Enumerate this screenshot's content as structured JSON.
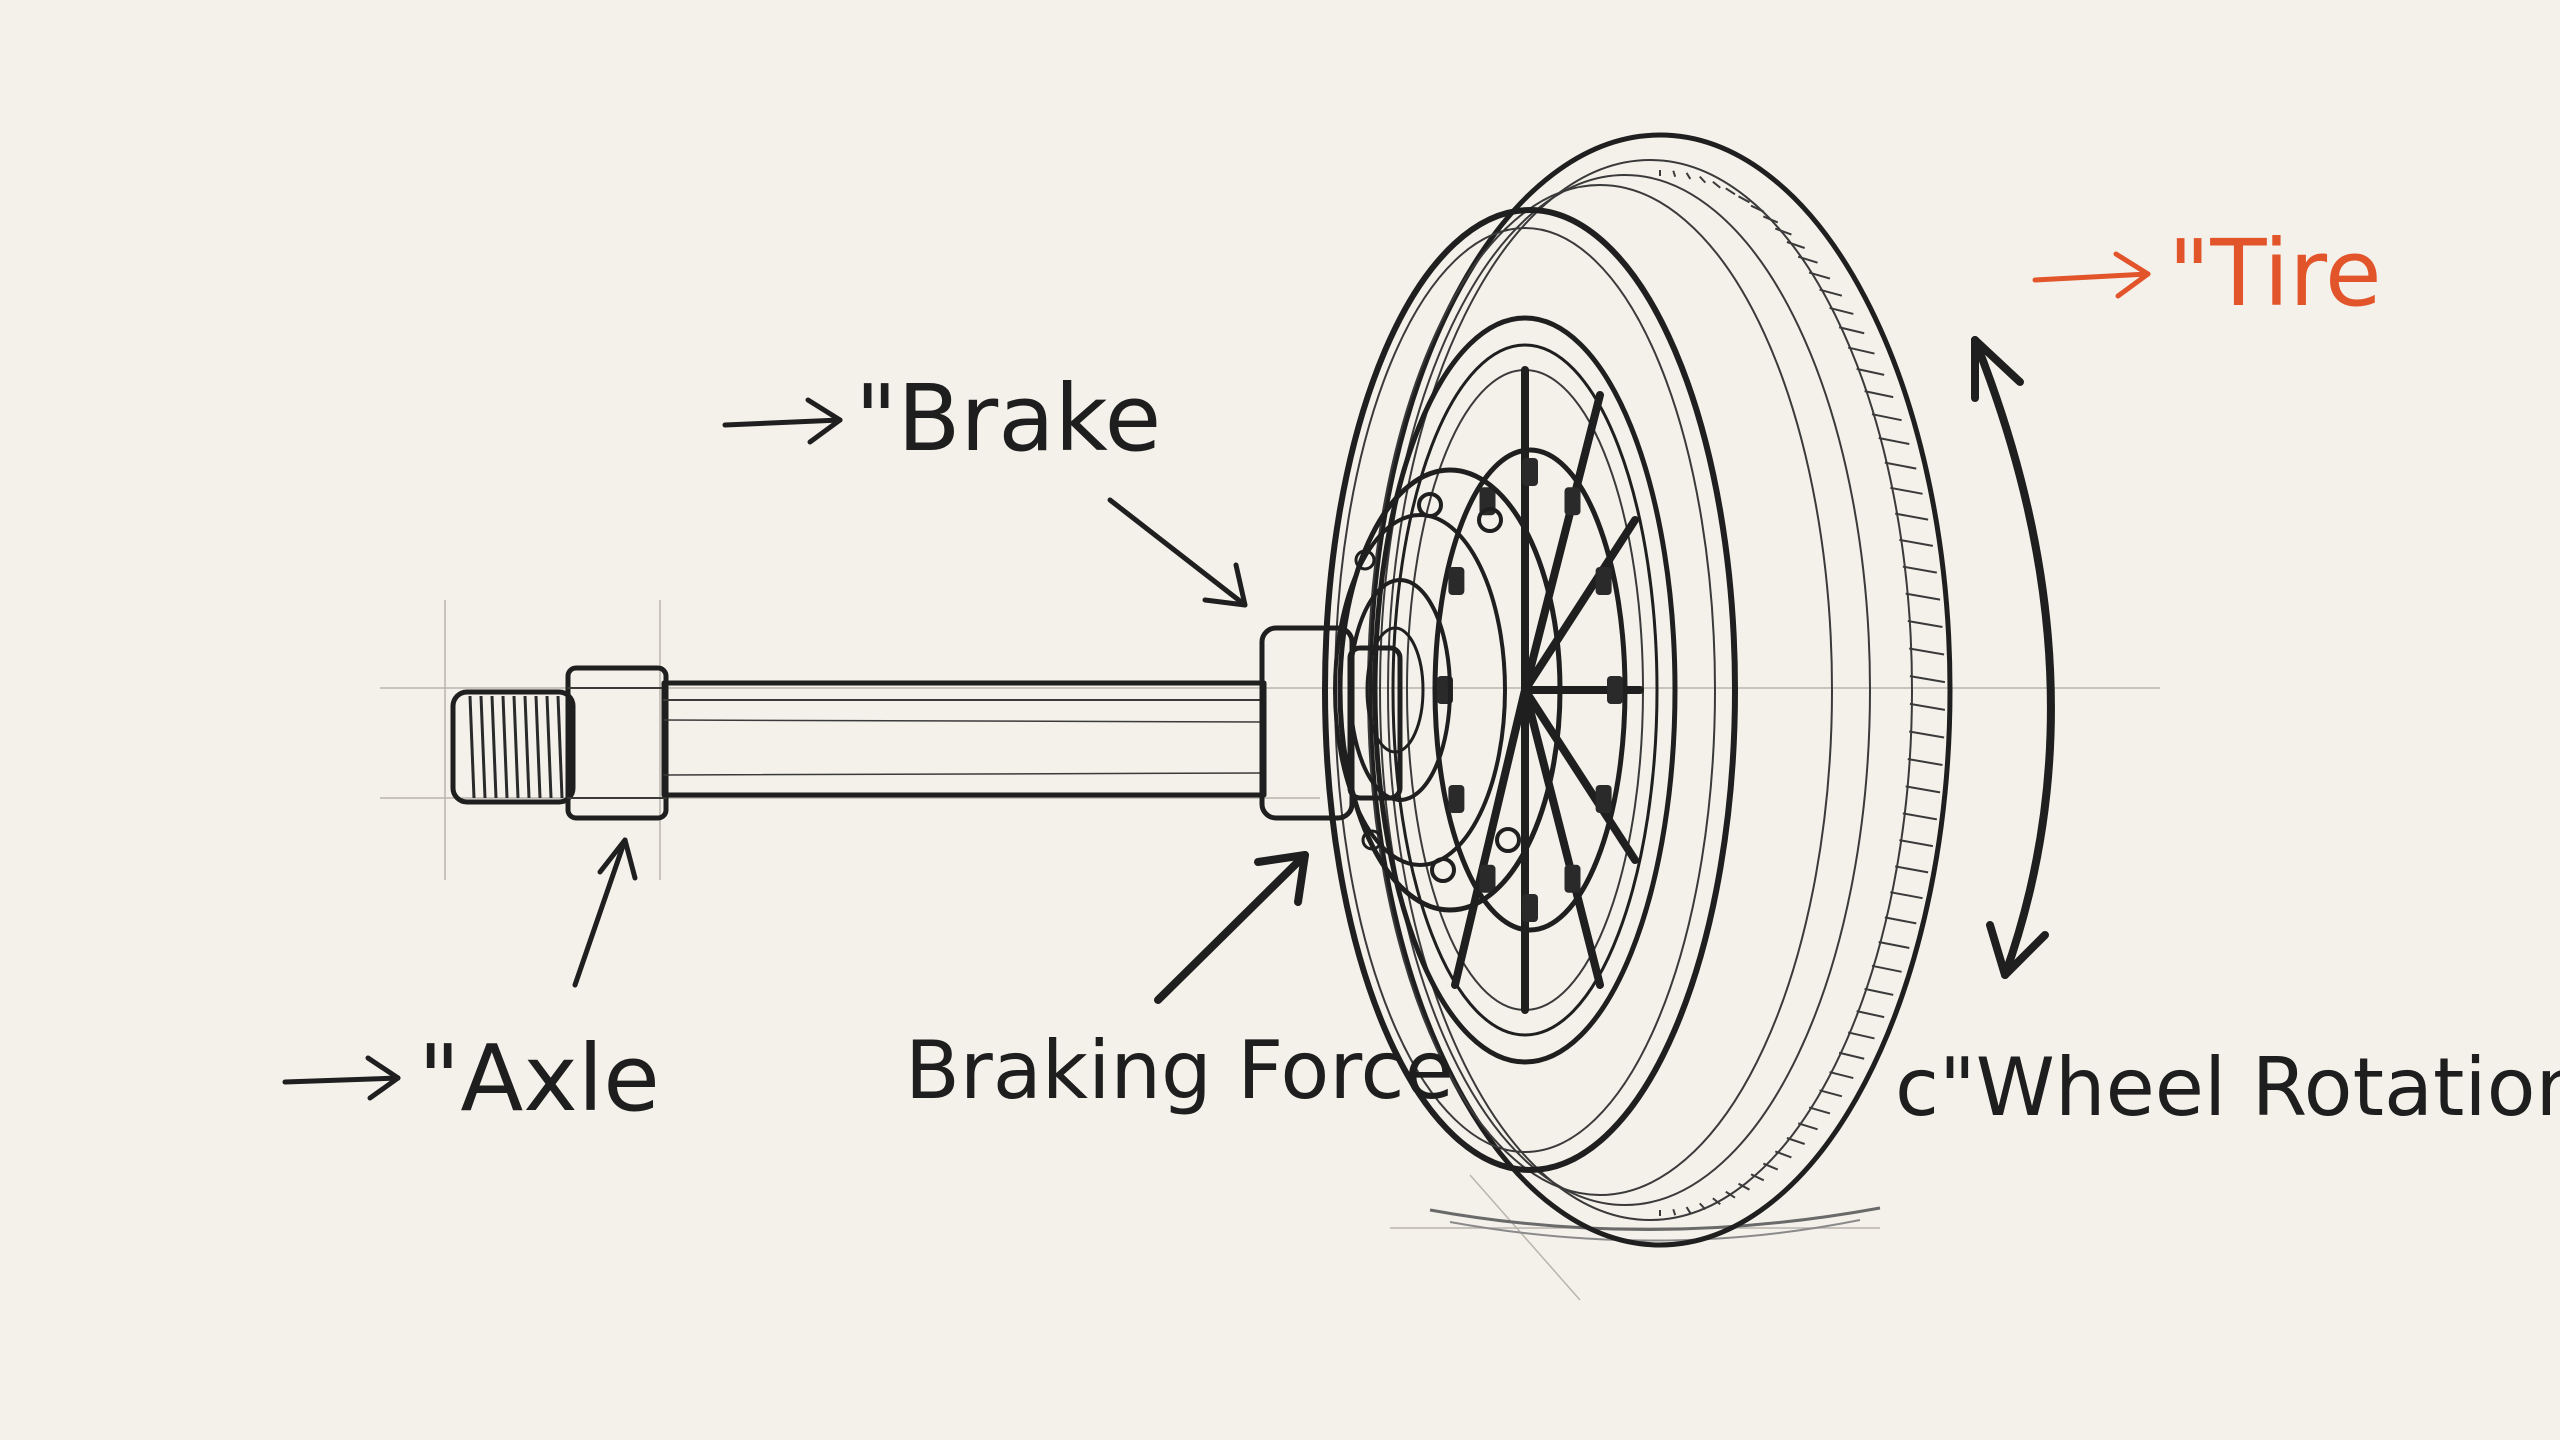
{
  "diagram": {
    "labels": {
      "tire": "\"Tire",
      "brake": "\"Brake",
      "axle": "\"Axle",
      "braking_force": "Braking Force",
      "wheel_rotation": "c\"Wheel Rotation"
    },
    "colors": {
      "background": "#f4f1eb",
      "ink": "#1f1f1f",
      "accent": "#e2552b"
    }
  }
}
